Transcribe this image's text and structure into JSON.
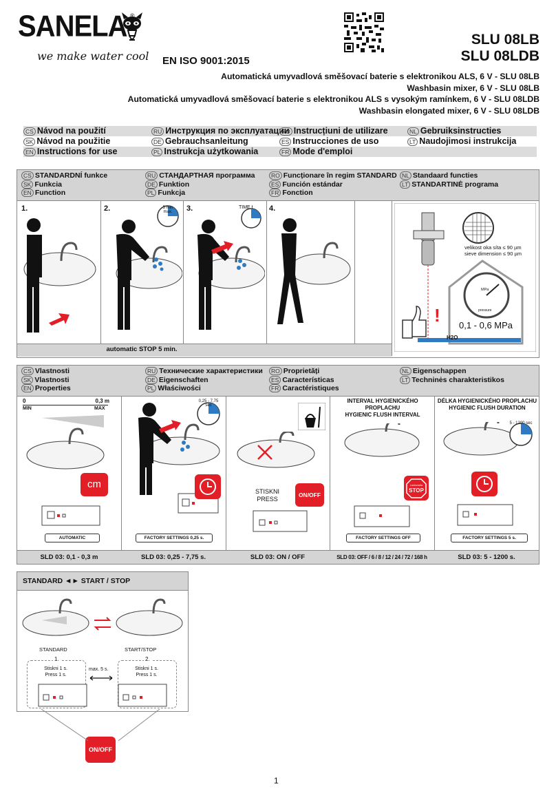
{
  "header": {
    "brand": "SANELA",
    "slogan": "we make water cool",
    "iso": "EN ISO 9001:2015",
    "model_1": "SLU 08LB",
    "model_2": "SLU 08LDB",
    "titles": [
      "Automatická umyvadlová směšovací baterie s elektronikou ALS, 6 V - SLU 08LB",
      "Washbasin mixer, 6 V - SLU 08LB",
      "Automatická umyvadlová směšovací baterie s elektronikou ALS s vysokým ramínkem, 6 V - SLU 08LDB",
      "Washbasin elongated mixer, 6 V - SLU 08LDB"
    ]
  },
  "languages": [
    [
      {
        "code": "CS",
        "text": "Návod na použití"
      },
      {
        "code": "RU",
        "text": "Инструкция по эксплуатации"
      },
      {
        "code": "RO",
        "text": "Instrucțiuni de utilizare"
      },
      {
        "code": "NL",
        "text": "Gebruiksinstructies"
      }
    ],
    [
      {
        "code": "SK",
        "text": "Návod na použitie"
      },
      {
        "code": "DE",
        "text": "Gebrauchsanleitung"
      },
      {
        "code": "ES",
        "text": "Instrucciones de uso"
      },
      {
        "code": "LT",
        "text": "Naudojimosi instrukcija"
      }
    ],
    [
      {
        "code": "EN",
        "text": "Instructions for use"
      },
      {
        "code": "PL",
        "text": "Instrukcja użytkowania"
      },
      {
        "code": "FR",
        "text": "Mode d'emploi"
      }
    ]
  ],
  "function_panel": {
    "headings": [
      [
        {
          "code": "CS",
          "text": "STANDARDNÍ funkce"
        },
        {
          "code": "RU",
          "text": "СТАНДАРТНАЯ программа"
        },
        {
          "code": "RO",
          "text": "Funcționare în regim STANDARD"
        },
        {
          "code": "NL",
          "text": "Standaard functies"
        }
      ],
      [
        {
          "code": "SK",
          "text": "Funkcia"
        },
        {
          "code": "DE",
          "text": "Funktion"
        },
        {
          "code": "ES",
          "text": "Función estándar"
        },
        {
          "code": "LT",
          "text": "STANDARTINĖ programa"
        }
      ],
      [
        {
          "code": "EN",
          "text": "Function"
        },
        {
          "code": "PL",
          "text": "Funkcja"
        },
        {
          "code": "FR",
          "text": "Fonction"
        }
      ]
    ],
    "steps": [
      "1.",
      "2.",
      "3.",
      "4."
    ],
    "timer_2": "5 min max.",
    "timer_3": "TIME t",
    "caption": "automatic STOP 5 min.",
    "filter_text_1": "velikost oka síta ≤ 90 µm",
    "filter_text_2": "sieve dimension ≤ 90 µm",
    "gauge_unit": "MPa",
    "gauge_label": "pressure",
    "pressure_range": "0,1 - 0,6 MPa",
    "water": "H2O",
    "warning": "!"
  },
  "properties_panel": {
    "headings": [
      [
        {
          "code": "CS",
          "text": "Vlastnosti"
        },
        {
          "code": "RU",
          "text": "Технические характеристики"
        },
        {
          "code": "RO",
          "text": "Proprietăți"
        },
        {
          "code": "NL",
          "text": "Eigenschappen"
        }
      ],
      [
        {
          "code": "SK",
          "text": "Vlastnosti"
        },
        {
          "code": "DE",
          "text": "Eigenschaften"
        },
        {
          "code": "ES",
          "text": "Características"
        },
        {
          "code": "LT",
          "text": "Techninės charakteristikos"
        }
      ],
      [
        {
          "code": "EN",
          "text": "Properties"
        },
        {
          "code": "PL",
          "text": "Właściwości"
        },
        {
          "code": "FR",
          "text": "Caractéristiques"
        }
      ]
    ],
    "range_min_label": "0",
    "range_max_label": "0,3 m",
    "min": "MIN",
    "max": "MAX",
    "cm": "cm",
    "timer_2": "0,25 - 7,75 sec",
    "press_1": "STISKNI",
    "press_2": "PRESS",
    "onoff": "ON/OFF",
    "interval_title_1": "INTERVAL HYGIENICKÉHO PROPLACHU",
    "interval_title_2": "HYGIENIC FLUSH INTERVAL",
    "stop_sign_top": "Lodovoela",
    "stop_sign": "STOP",
    "duration_title_1": "DÉLKA HYGIENICKÉHO PROPLACHU",
    "duration_title_2": "HYGIENIC FLUSH DURATION",
    "timer_5": "5 - 1200 sec",
    "tags": [
      "AUTOMATIC",
      "FACTORY SETTINGS 0,25 s.",
      "",
      "FACTORY SETTINGS OFF",
      "FACTORY SETTINGS 5 s."
    ],
    "sld": [
      "SLD 03: 0,1 - 0,3 m",
      "SLD 03: 0,25 - 7,75 s.",
      "SLD 03: ON / OFF",
      "SLD 03: OFF / 6 / 8 / 12 / 24 / 72 / 168 h",
      "SLD 03:  5 - 1200 s."
    ]
  },
  "standard_panel": {
    "title": "STANDARD ◄► START / STOP",
    "label_left": "STANDARD",
    "label_right": "START/STOP",
    "step_1": "1.",
    "step_2": "2.",
    "press_cz": "Stiskni 1 s.",
    "press_en": "Press 1 s.",
    "max": "max. 5 s.",
    "onoff": "ON/OFF"
  },
  "page_number": "1",
  "colors": {
    "accent_red": "#e21e26",
    "accent_blue": "#2e7bc4",
    "panel_gray": "#d4d4d4"
  }
}
